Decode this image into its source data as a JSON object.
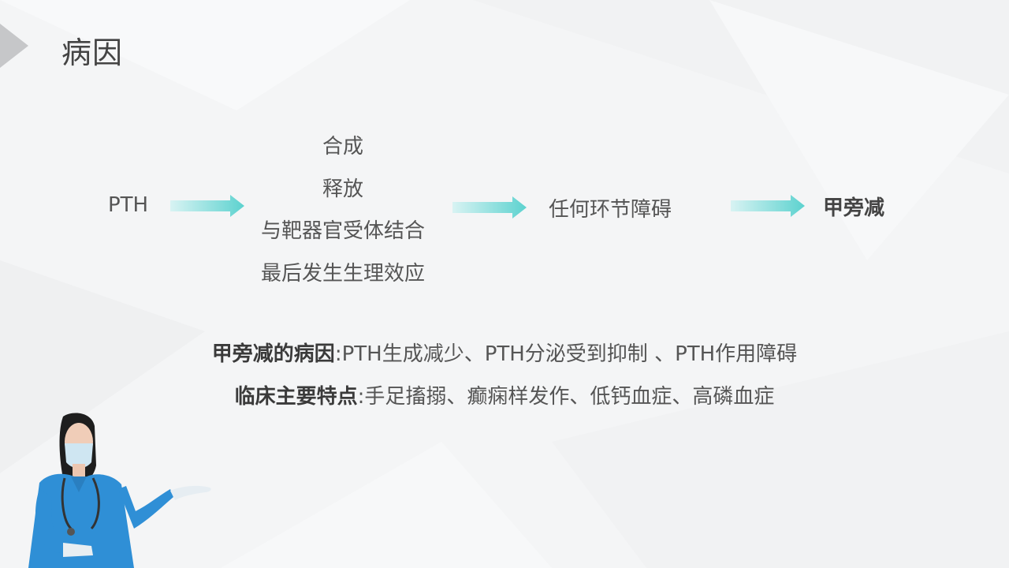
{
  "slide": {
    "title": "病因",
    "flow": {
      "start": "PTH",
      "steps": [
        "合成",
        "释放",
        "与靶器官受体结合",
        "最后发生生理效应"
      ],
      "middle": "任何环节障碍",
      "result": "甲旁减"
    },
    "cause_line": {
      "label": "甲旁减的病因",
      "separator": ":",
      "text": "PTH生成减少、PTH分泌受到抑制 、PTH作用障碍"
    },
    "feature_line": {
      "label": "临床主要特点",
      "separator": ":",
      "text": "手足搐搦、癫痫样发作、低钙血症、高磷血症"
    }
  },
  "colors": {
    "arrow_start": "#d8f3f3",
    "arrow_end": "#5cd2cf",
    "text": "#555555",
    "corner": "#c9cacc"
  }
}
